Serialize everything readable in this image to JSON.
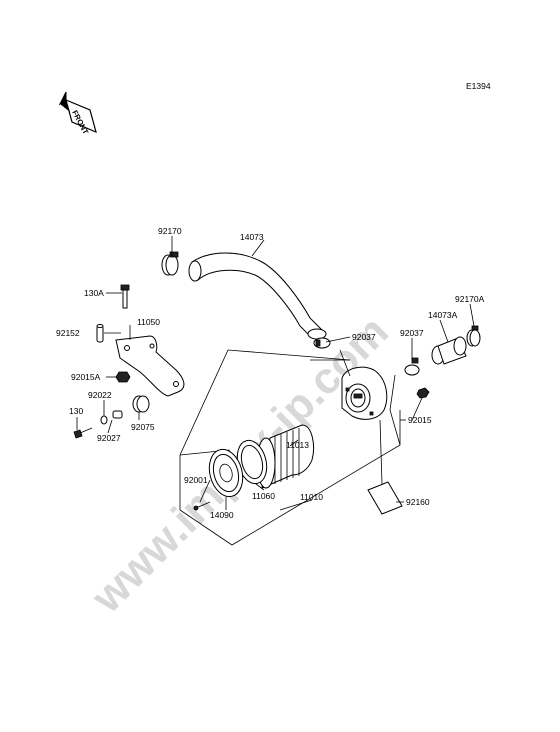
{
  "diagram_code": "E1394",
  "front_label": "FRONT",
  "watermark": "www.impex-jp.com",
  "parts": {
    "p92170": "92170",
    "p14073": "14073",
    "p130A": "130A",
    "p11050": "11050",
    "p92152": "92152",
    "p92015A": "92015A",
    "p92022": "92022",
    "p130": "130",
    "p92027": "92027",
    "p92075": "92075",
    "p92037a": "92037",
    "p92037b": "92037",
    "p14073A": "14073A",
    "p92170A": "92170A",
    "p92015": "92015",
    "p11013": "11013",
    "p11060": "11060",
    "p92001": "92001",
    "p14090": "14090",
    "p11010": "11010",
    "p92160": "92160"
  }
}
